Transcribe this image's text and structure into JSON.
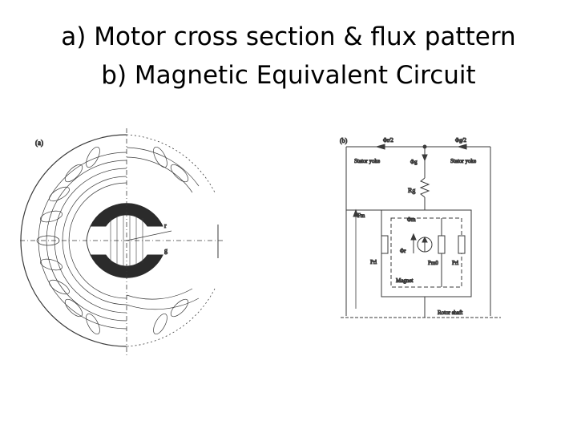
{
  "slide": {
    "title_line1": "a) Motor cross section & flux pattern",
    "title_line2": "b) Magnetic Equivalent Circuit"
  },
  "figure_a": {
    "panel_label": "(a)",
    "radius_label": "r",
    "gap_label": "g"
  },
  "figure_b": {
    "panel_label": "(b)",
    "flux_half_label": "Φr/2",
    "flux_g_half_label": "Φg/2",
    "stator_yoke_left": "Stator yoke",
    "stator_yoke_right": "Stator yoke",
    "flux_g_label": "Φg",
    "rg_label": "Rg",
    "fm_label": "Fm",
    "leak_flux_label": "Φm",
    "source_flux_label": "Φr",
    "p_left_label": "Prl",
    "p_mid_label": "Pm0",
    "p_right_label": "Prl",
    "magnet_label": "Magnet",
    "rotor_shaft_label": "Rotor shaft"
  },
  "colors": {
    "text": "#000000",
    "line": "#3a3a3a",
    "ring": "#2b2b2b"
  }
}
